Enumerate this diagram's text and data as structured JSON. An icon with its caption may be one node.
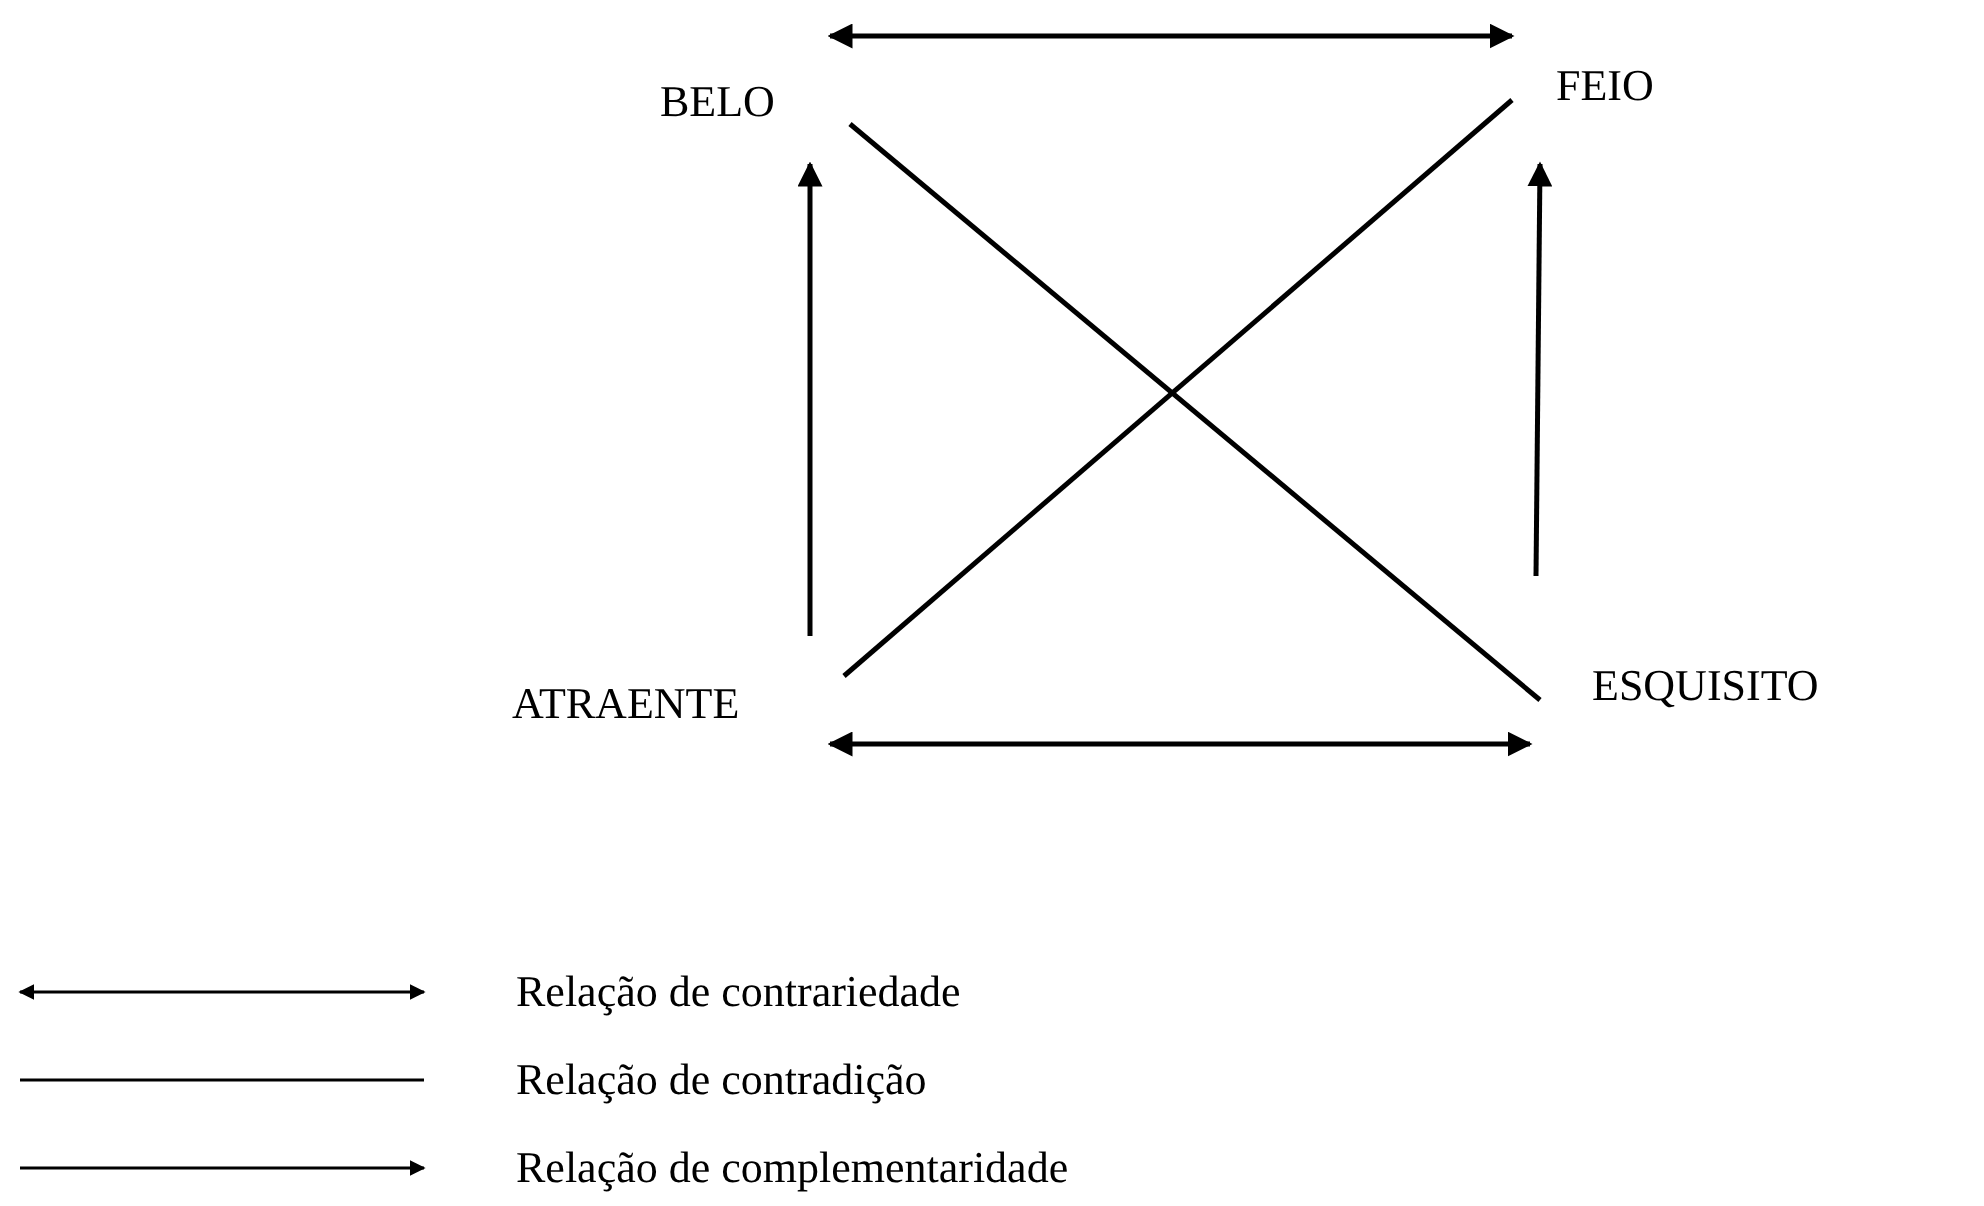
{
  "diagram": {
    "nodes": [
      {
        "text": [
          "BELO"
        ]
      },
      {
        "text": [
          "FEIO"
        ]
      },
      {
        "text": [
          "ATRAENTE"
        ]
      },
      {
        "text": [
          "ESQUISITO"
        ]
      }
    ],
    "edges": [
      {
        "from": 0,
        "to": 1,
        "arrow": "both"
      },
      {
        "from": 0,
        "to": 3,
        "arrow": "none"
      },
      {
        "from": 1,
        "to": 2,
        "arrow": "none"
      },
      {
        "from": 2,
        "to": 0,
        "arrow": "to"
      },
      {
        "from": 3,
        "to": 1,
        "arrow": "to"
      },
      {
        "from": 2,
        "to": 3,
        "arrow": "both"
      }
    ],
    "legend": [
      {
        "text": "Relação de contrariedade"
      },
      {
        "text": "Relação de contradição"
      },
      {
        "text": "Relação de complementaridade"
      }
    ]
  }
}
